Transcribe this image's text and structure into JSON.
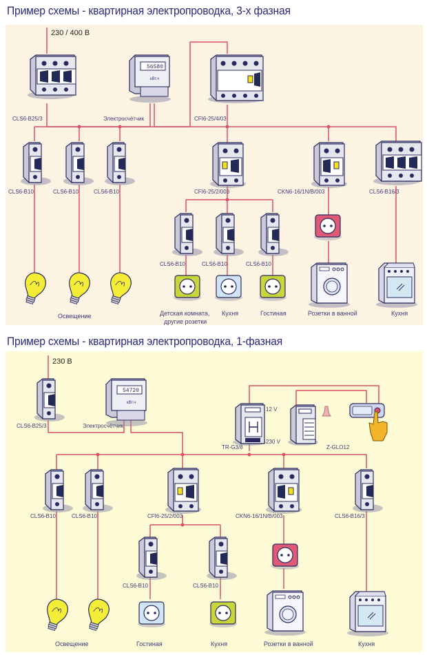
{
  "scheme_3phase": {
    "title": "Пример схемы - квартирная электропроводка, 3-х фазная",
    "supply": "230 / 400 В",
    "main_breaker": "CLS6-B25/3",
    "meter": {
      "label": "Электросчётчик",
      "digits": "56580",
      "unit": "кВт.ч"
    },
    "rcd_main": "CFI6-25/4/03",
    "branches": [
      {
        "device": "CLS6-B10",
        "load": "lamp"
      },
      {
        "device": "CLS6-B10",
        "load": "lamp"
      },
      {
        "device": "CLS6-B10",
        "load": "lamp"
      },
      {
        "device": "CFI6-25/2/003",
        "load": "sub-group"
      },
      {
        "device": "CKN6-16/1N/B/003",
        "load": "washer"
      },
      {
        "device": "CLS6-B16/3",
        "load": "stove"
      }
    ],
    "sub_breakers": [
      "CLS6-B10",
      "CLS6-B10",
      "CLS6-B10"
    ],
    "captions": {
      "lighting": "Освещение",
      "kids_room_1": "Детская комната,",
      "kids_room_2": "другие розетки",
      "kitchen_socket": "Кухня",
      "living_room": "Гостиная",
      "bathroom": "Розетки в ванной",
      "kitchen_stove": "Кухня"
    }
  },
  "scheme_1phase": {
    "title": "Пример схемы - квартирная электропроводка, 1-фазная",
    "supply": "230 В",
    "main_breaker": "CLS6-B25/3",
    "meter": {
      "label": "Электросчётчик",
      "digits": "54720",
      "unit": "кВт.ч"
    },
    "transformer": {
      "label": "TR-G3/8",
      "out_voltage": "12 V",
      "in_voltage": "230 V"
    },
    "bell": {
      "label": "Z-GLO12"
    },
    "branches": [
      {
        "device": "CLS6-B10",
        "load": "lamp"
      },
      {
        "device": "CLS6-B10",
        "load": "lamp"
      },
      {
        "device": "CFI6-25/2/003",
        "load": "sub-group"
      },
      {
        "device": "CKN6-16/1N/B/003",
        "load": "washer"
      },
      {
        "device": "CLS6-B16/3",
        "load": "stove"
      }
    ],
    "sub_breakers": [
      "CLS6-B10",
      "CLS6-B10"
    ],
    "captions": {
      "lighting": "Освещение",
      "living_room": "Гостиная",
      "kitchen_socket": "Кухня",
      "bathroom": "Розетки в ванной",
      "kitchen_stove": "Кухня"
    }
  },
  "colors": {
    "wire": "#d9506a",
    "panel1_bg": "#fdf3e3",
    "panel2_bg": "#fdfbd5",
    "title": "#2a2a7a",
    "socket_green": "#c8d63a",
    "socket_blue": "#cfe4f5",
    "socket_red": "#e05a78",
    "bulb": "#f4ee38"
  }
}
